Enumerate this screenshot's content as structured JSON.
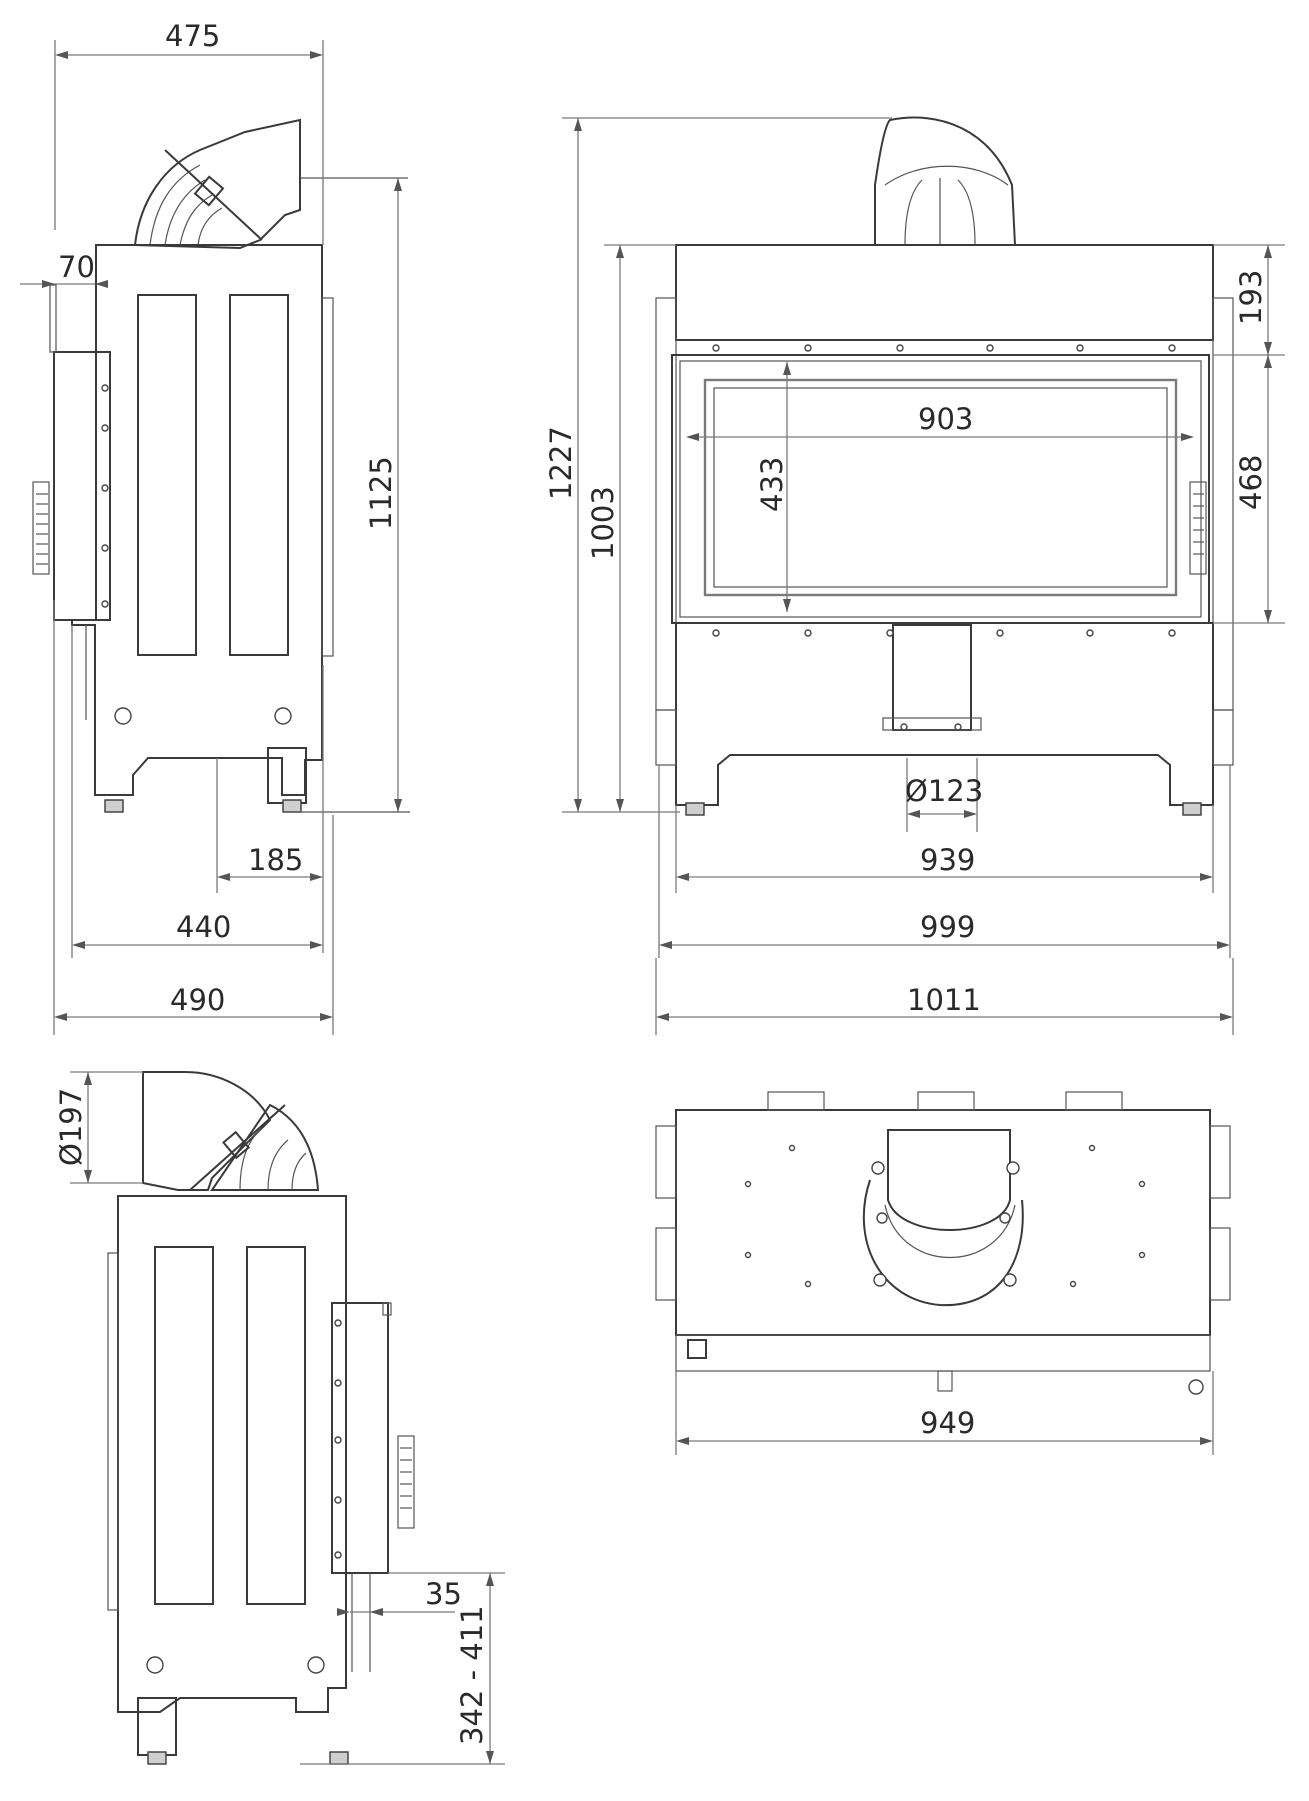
{
  "drawing": {
    "views": [
      {
        "name": "left-side-view",
        "dimensions": [
          "475",
          "70",
          "1125",
          "185",
          "440",
          "490"
        ]
      },
      {
        "name": "front-view",
        "dimensions": [
          "1227",
          "1003",
          "193",
          "903",
          "433",
          "468",
          "Ø123",
          "939",
          "999",
          "1011"
        ]
      },
      {
        "name": "right-side-view",
        "dimensions": [
          "Ø197",
          "35",
          "342 - 411"
        ]
      },
      {
        "name": "top-view",
        "dimensions": [
          "949"
        ]
      }
    ]
  },
  "labels": {
    "side_width_top": "475",
    "side_rear_offset": "70",
    "side_height": "1125",
    "side_base_depth": "185",
    "side_depth_440": "440",
    "side_depth_490": "490",
    "front_total_height": "1227",
    "front_body_height": "1003",
    "front_top_section": "193",
    "front_glass_width": "903",
    "front_glass_height": "433",
    "front_door_height": "468",
    "front_outlet_diameter": "Ø123",
    "front_width_939": "939",
    "front_width_999": "999",
    "front_width_1011": "1011",
    "flue_diameter": "Ø197",
    "leg_offset": "35",
    "leg_height_range": "342 - 411",
    "top_width": "949"
  }
}
